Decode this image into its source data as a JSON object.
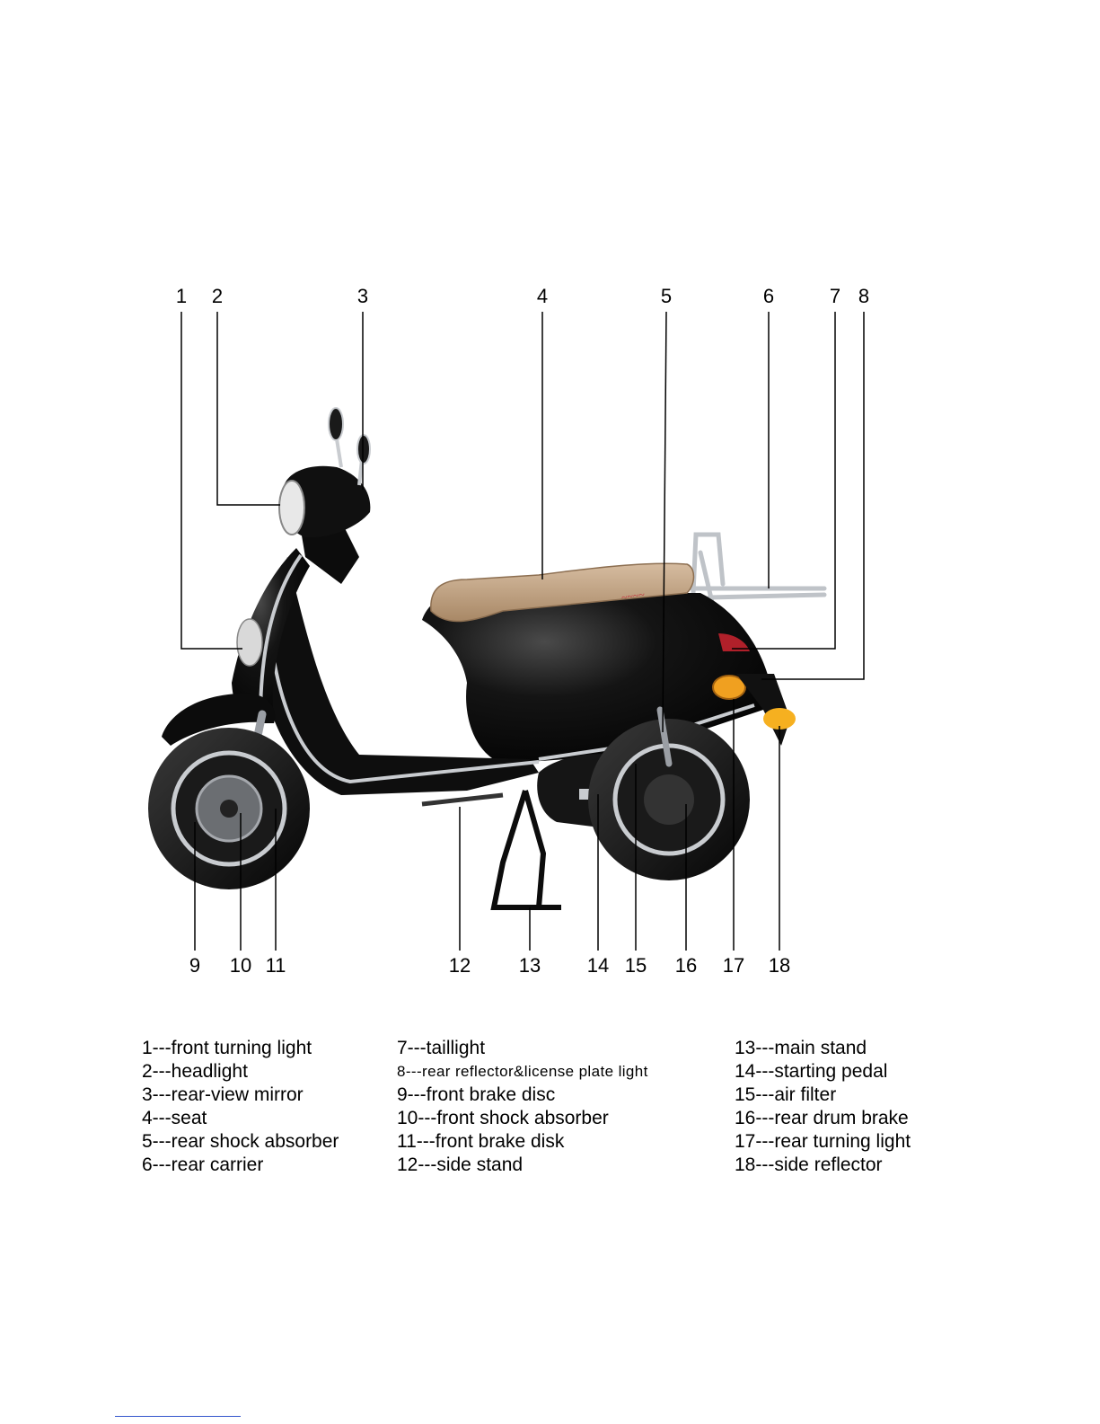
{
  "callouts": {
    "top": [
      "1",
      "2",
      "3",
      "4",
      "5",
      "6",
      "7",
      "8"
    ],
    "bottom": [
      "9",
      "10",
      "11",
      "12",
      "13",
      "14",
      "15",
      "16",
      "17",
      "18"
    ]
  },
  "legend": {
    "col1": [
      "1---front turning light",
      "2---headlight",
      "3---rear-view mirror",
      "4---seat",
      "5---rear shock absorber",
      "6---rear carrier"
    ],
    "col2": [
      "7---taillight",
      "8---rear reflector&license plate light",
      "9---front brake disc",
      "10---front shock absorber",
      "11---front brake disk",
      "12---side stand"
    ],
    "col3": [
      "13---main stand",
      "14---starting pedal",
      "15---air filter",
      "16---rear drum brake",
      "17---rear turning light",
      "18---side reflector"
    ]
  },
  "colors": {
    "body": "#0c0c0c",
    "seat": "#c8ab8c",
    "chrome": "#c9ccd0",
    "amber": "#f0a020",
    "taillight": "#b0202a"
  },
  "icons": {
    "scooter": "scooter-illustration"
  }
}
